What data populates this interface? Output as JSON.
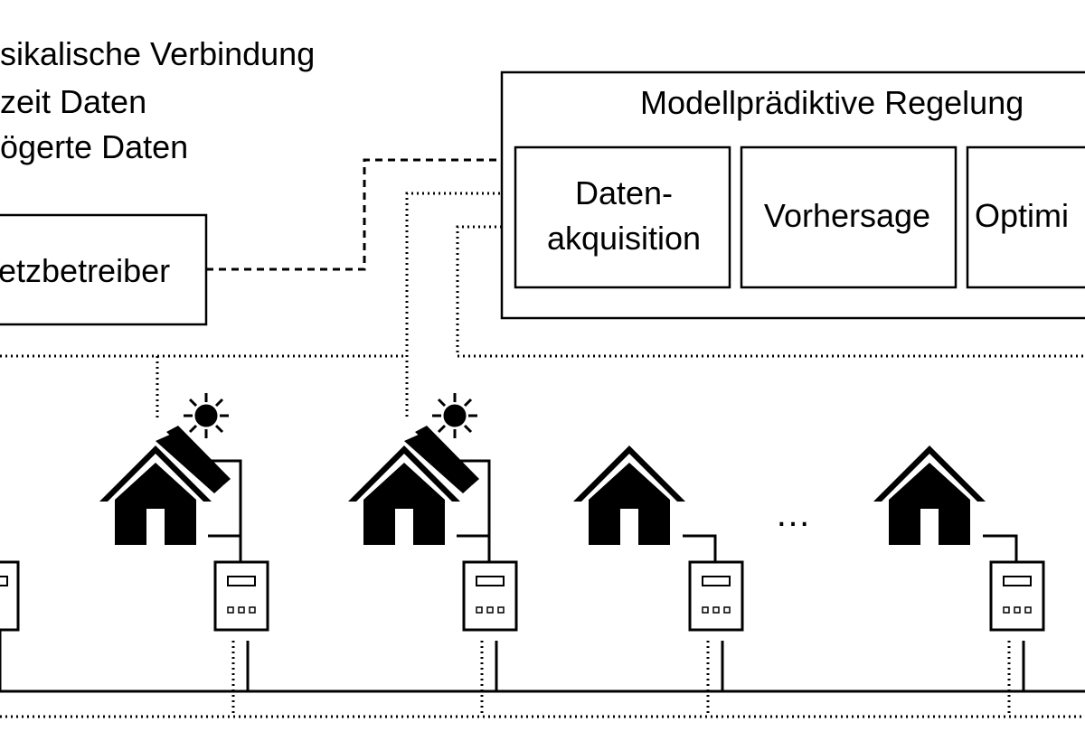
{
  "legend": {
    "physical": "sikalische Verbindung",
    "realtime": "zeit Daten",
    "delayed": "ögerte Daten"
  },
  "grid_operator": {
    "label": "etzbetreiber"
  },
  "mpc": {
    "title": "Modellprädiktive Regelung",
    "modules": {
      "acquisition": {
        "line1": "Daten-",
        "line2": "akquisition"
      },
      "forecast": "Vorhersage",
      "optimization": "Optimi"
    }
  },
  "ellipsis": "…",
  "colors": {
    "stroke": "#000000",
    "background": "#ffffff"
  }
}
